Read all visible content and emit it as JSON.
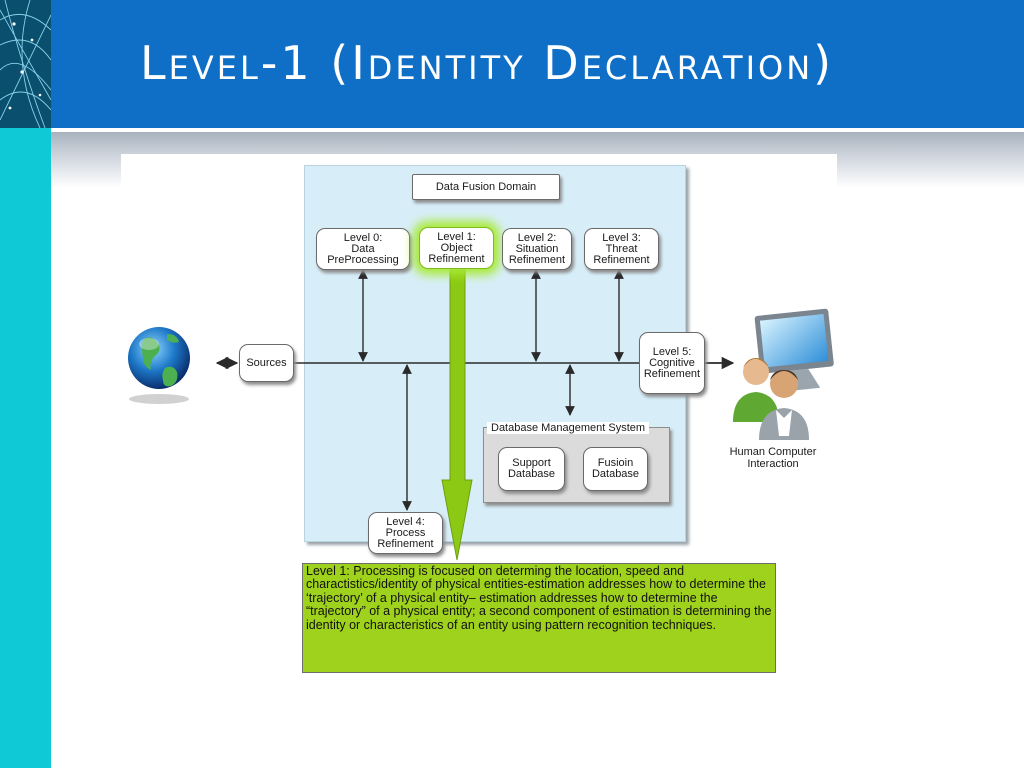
{
  "slide": {
    "title": "Level-1 (Identity Declaration)"
  },
  "diagram": {
    "domain_label": "Data Fusion Domain",
    "sources_label": "Sources",
    "level0_label": "Level 0:\nData\nPreProcessing",
    "level1_label": "Level 1:\nObject\nRefinement",
    "level2_label": "Level 2:\nSituation\nRefinement",
    "level3_label": "Level 3:\nThreat\nRefinement",
    "level4_label": "Level 4:\nProcess\nRefinement",
    "level5_label": "Level 5:\nCognitive\nRefinement",
    "dbms_label": "Database Management System",
    "support_db_label": "Support\nDatabase",
    "fusion_db_label": "Fusioin\nDatabase",
    "hci_label": "Human Computer\nInteraction",
    "level1_note": "Level 1: Processing is focused on determing the location, speed and charactistics/identity of physical entities-estimation addresses how to determine the ‘trajectory’ of a physical entity– estimation addresses how to determine the “trajectory” of a physical entity; a second component of estimation is determining the identity or characteristics of an entity using pattern recognition techniques.",
    "icons": [
      "globe-icon",
      "users-computer-icon"
    ],
    "colors": {
      "title_bar": "#0f6fc6",
      "left_bar": "#10c9d6",
      "domain_background": "#d7eef9",
      "highlight_green": "#8cc914",
      "note_background": "#9fd21c"
    }
  }
}
